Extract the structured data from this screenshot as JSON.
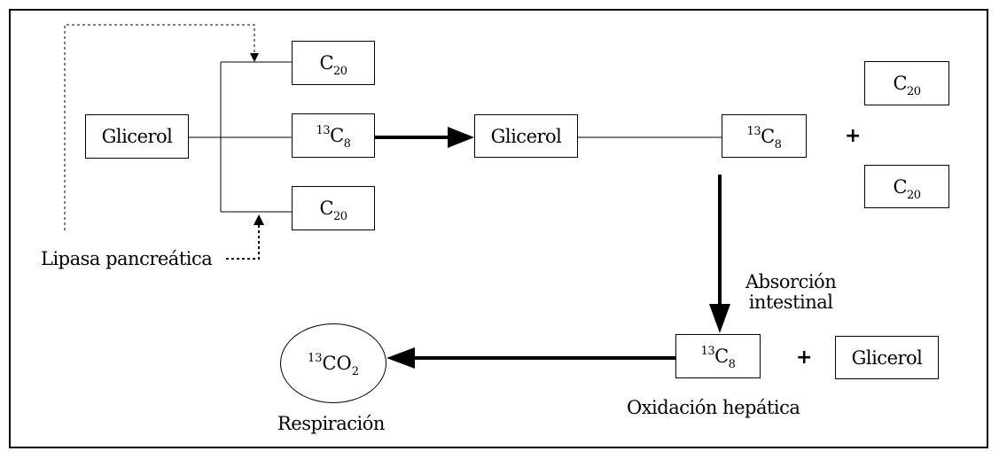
{
  "diagram": {
    "boxes": {
      "glicerol_left": "Glicerol",
      "c20_top": {
        "base": "C",
        "sub": "20"
      },
      "c8_mid": {
        "sup": "13",
        "base": "C",
        "sub": "8"
      },
      "c20_bottom": {
        "base": "C",
        "sub": "20"
      },
      "glicerol_mid": "Glicerol",
      "c8_right": {
        "sup": "13",
        "base": "C",
        "sub": "8"
      },
      "c20_right_top": {
        "base": "C",
        "sub": "20"
      },
      "c20_right_bottom": {
        "base": "C",
        "sub": "20"
      },
      "c8_bottom": {
        "sup": "13",
        "base": "C",
        "sub": "8"
      },
      "glicerol_bottom": "Glicerol"
    },
    "co2": {
      "sup": "13",
      "base": "CO",
      "sub": "2"
    },
    "labels": {
      "lipasa": "Lipasa pancreática",
      "absorcion_line1": "Absorción",
      "absorcion_line2": "intestinal",
      "oxidacion": "Oxidación hepática",
      "respiracion": "Respiración"
    },
    "plus_sign": "+"
  }
}
